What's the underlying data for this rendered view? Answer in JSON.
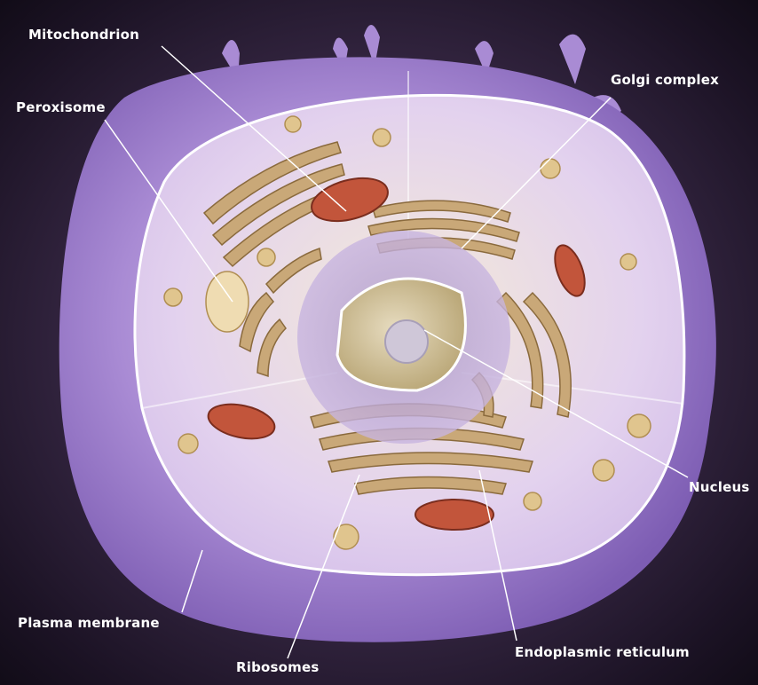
{
  "diagram": {
    "labels": {
      "mitochondrion": "Mitochondrion",
      "golgi": "Golgi complex",
      "peroxisome": "Peroxisome",
      "nucleus": "Nucleus",
      "plasma_membrane": "Plasma membrane",
      "ribosomes": "Ribosomes",
      "endoplasmic_reticulum": "Endoplasmic reticulum"
    },
    "colors": {
      "background": "#1a1020",
      "membrane": "#9a7cc9",
      "cytoplasm": "#e9dbf0",
      "organelle": "#c9a878",
      "mitochondrion": "#c2553b",
      "nucleus": "#cdbb8a",
      "leader_line": "#ffffff"
    }
  }
}
